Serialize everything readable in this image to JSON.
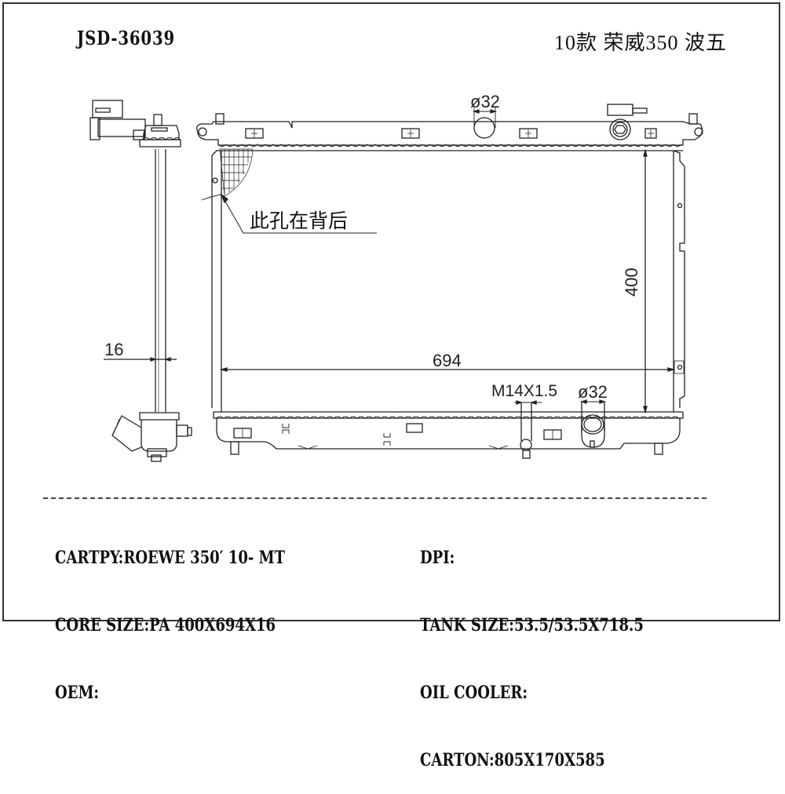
{
  "header": {
    "part_number": "JSD-36039",
    "model_title": "10款 荣威350 波五"
  },
  "drawing": {
    "dimensions": {
      "top_inlet_diameter": "ø32",
      "bottom_outlet_diameter": "ø32",
      "drain_thread": "M14X1.5",
      "core_height": "400",
      "core_width": "694",
      "core_thickness": "16"
    },
    "annotation": "此孔在背后"
  },
  "specs": {
    "left": [
      {
        "label": "CARTPY:",
        "value": "ROEWE 350′ 10- MT"
      },
      {
        "label": "CORE SIZE:",
        "value": "PA 400X694X16"
      },
      {
        "label": "OEM:",
        "value": ""
      }
    ],
    "right": [
      {
        "label": "DPI:",
        "value": ""
      },
      {
        "label": "TANK SIZE:",
        "value": "53.5/53.5X718.5"
      },
      {
        "label": "OIL COOLER:",
        "value": ""
      },
      {
        "label": "CARTON:",
        "value": "805X170X585"
      }
    ]
  },
  "colors": {
    "line": "#222222",
    "frame": "#333333",
    "background": "#ffffff"
  }
}
